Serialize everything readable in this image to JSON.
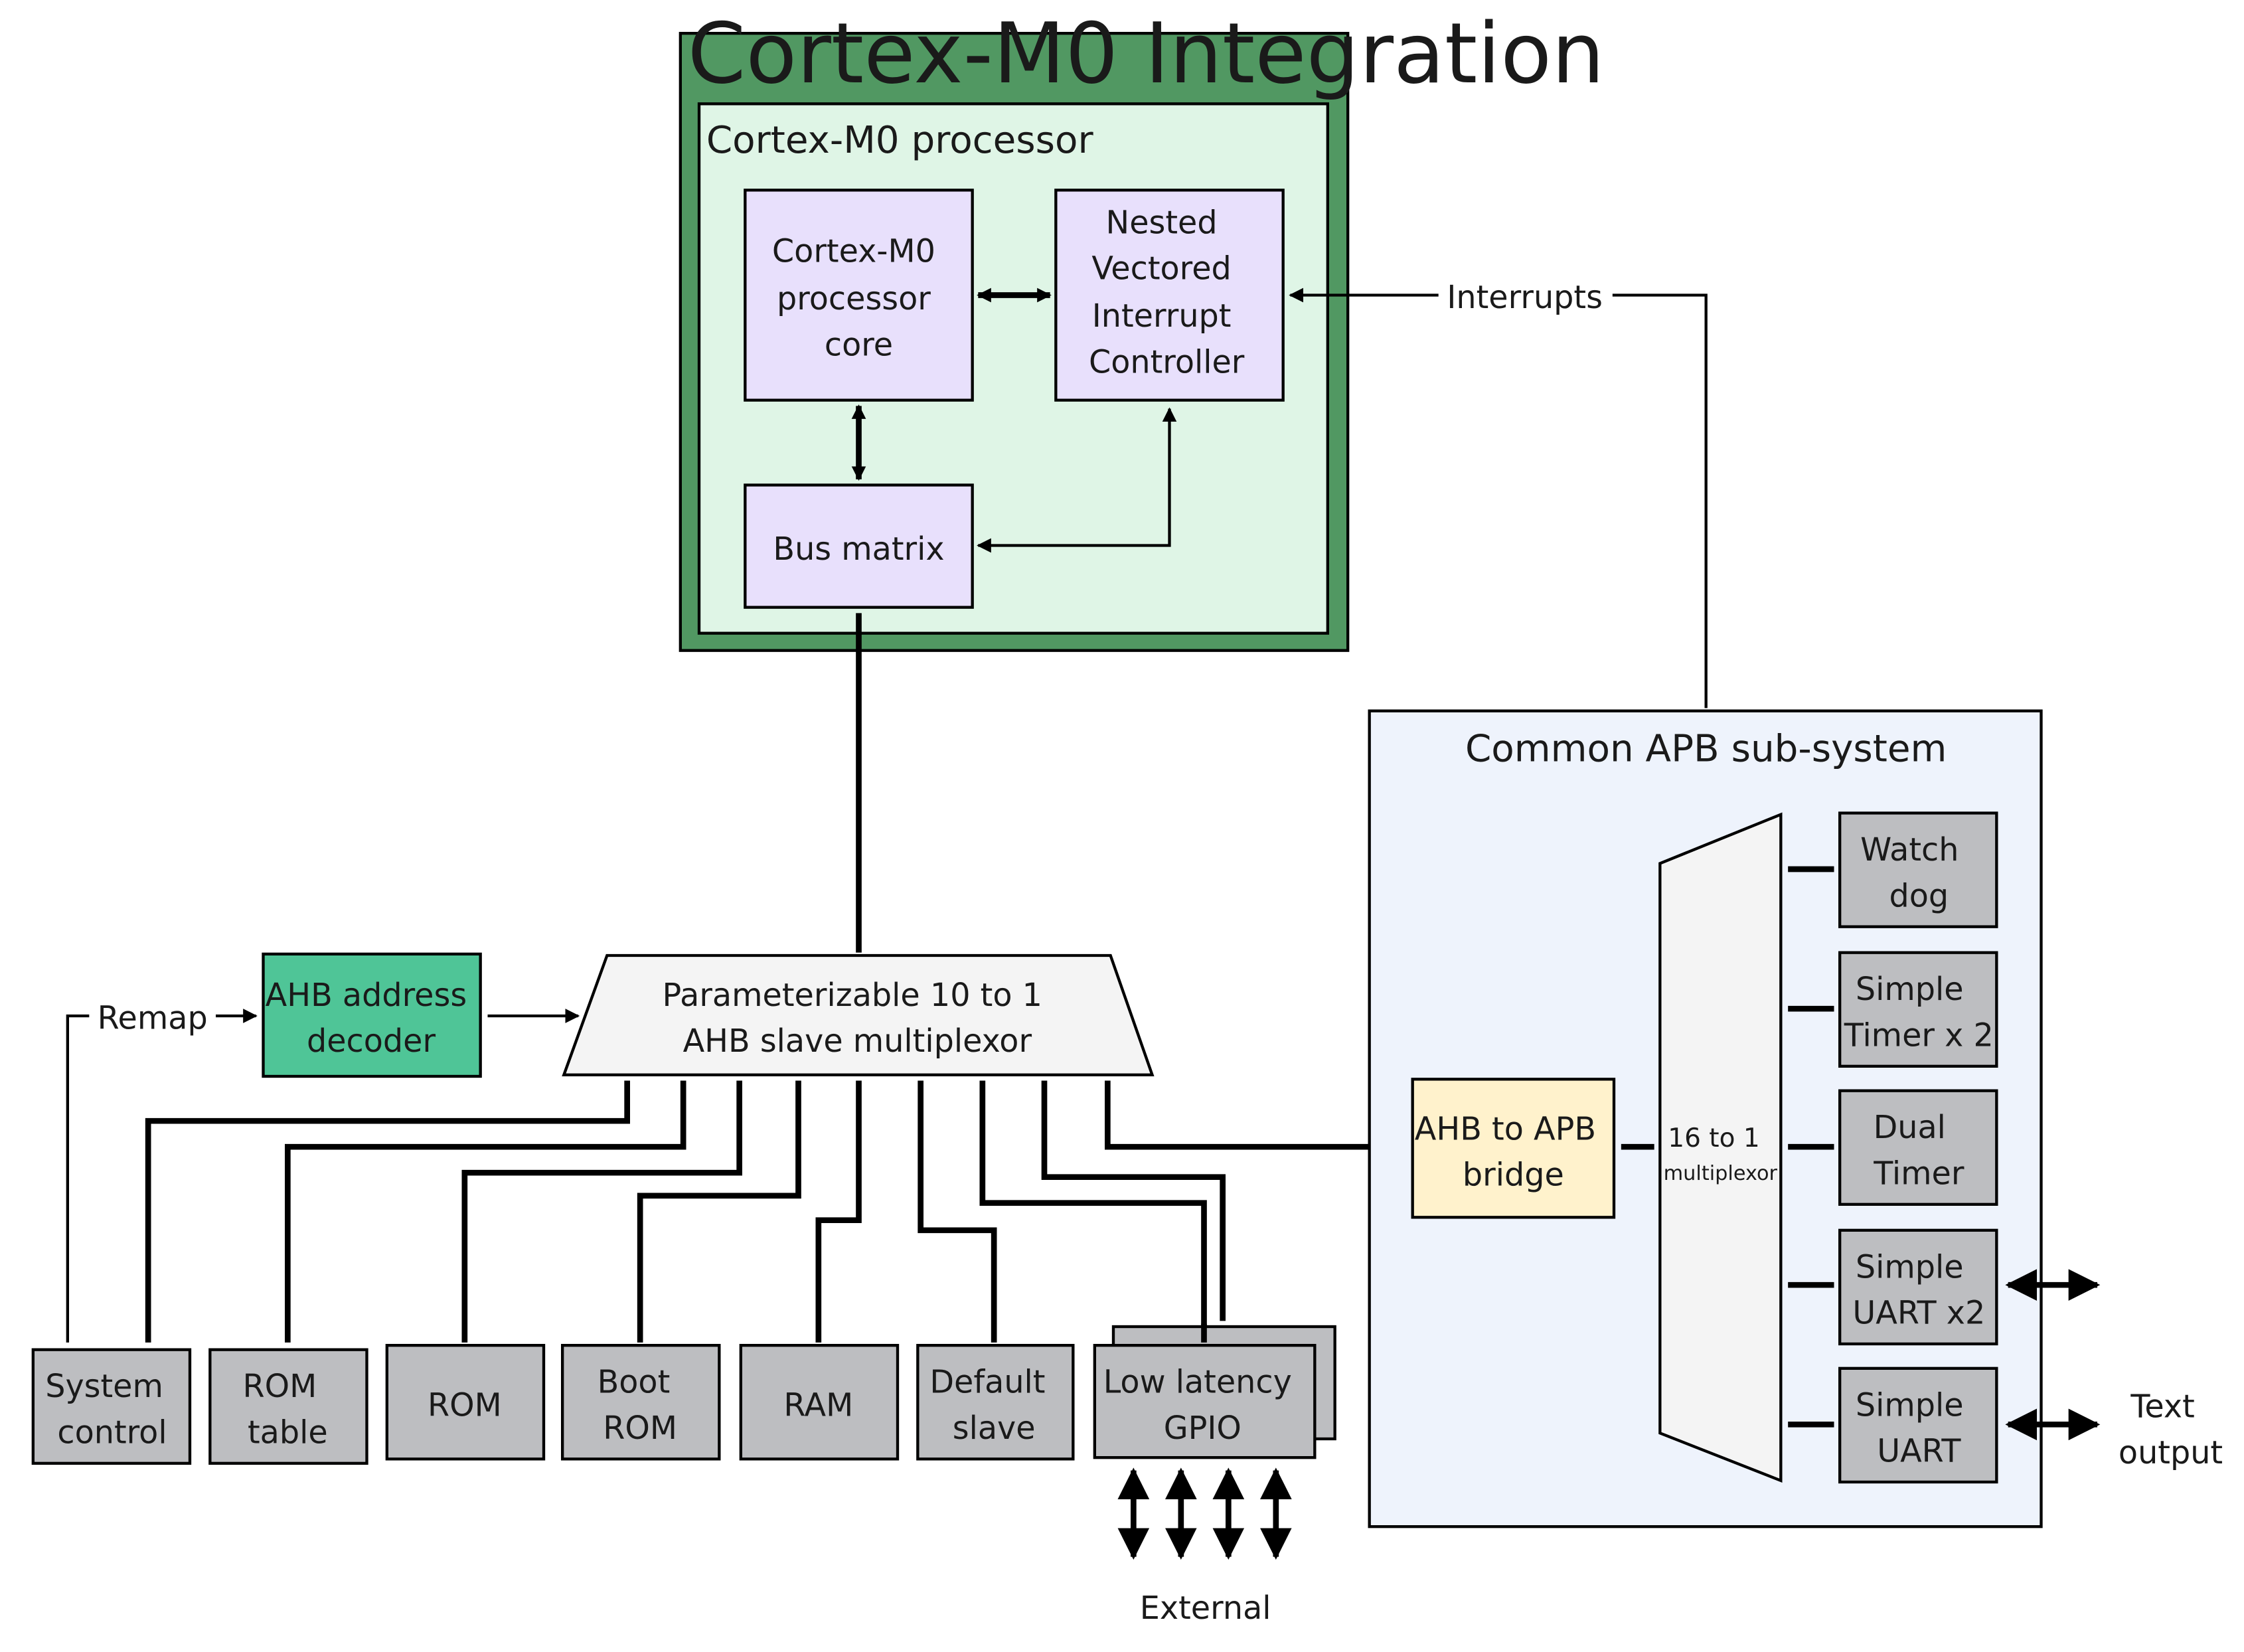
{
  "diagram": {
    "integration_title": "Cortex-M0 Integration",
    "processor_title": "Cortex-M0 processor",
    "core": [
      "Cortex-M0",
      "processor",
      "core"
    ],
    "nvic": [
      "Nested",
      "Vectored",
      "Interrupt",
      "Controller"
    ],
    "bus_matrix": "Bus matrix",
    "interrupts": "Interrupts",
    "apb_title": "Common APB sub-system",
    "remap": "Remap",
    "ahb_decoder": [
      "AHB address",
      "decoder"
    ],
    "ahb_mux": [
      "Parameterizable 10 to 1",
      "AHB slave multiplexor"
    ],
    "apb_bridge": [
      "AHB to APB",
      "bridge"
    ],
    "apb_mux": [
      "16 to 1",
      "multiplexor"
    ],
    "peripherals": {
      "watchdog": [
        "Watch",
        "dog"
      ],
      "simple_timer": [
        "Simple",
        "Timer x 2"
      ],
      "dual_timer": [
        "Dual",
        "Timer"
      ],
      "simple_uart_x2": [
        "Simple",
        "UART x2"
      ],
      "simple_uart": [
        "Simple",
        "UART"
      ]
    },
    "slaves": {
      "system_control": [
        "System",
        "control"
      ],
      "rom_table": [
        "ROM",
        "table"
      ],
      "rom": "ROM",
      "boot_rom": [
        "Boot",
        "ROM"
      ],
      "ram": "RAM",
      "default_slave": [
        "Default",
        "slave"
      ],
      "gpio": [
        "Low latency",
        "GPIO"
      ]
    },
    "external": "External",
    "text_output": [
      "Text",
      "output"
    ]
  },
  "colors": {
    "integration_fill": "#519862",
    "processor_fill": "#dff5e6",
    "block_fill": "#e8e0fc",
    "decoder_fill": "#4fc597",
    "mux_fill": "#f4f4f4",
    "apb_fill": "#eef3fc",
    "bridge_fill": "#fff2cc",
    "slave_fill": "#bdbec1"
  }
}
